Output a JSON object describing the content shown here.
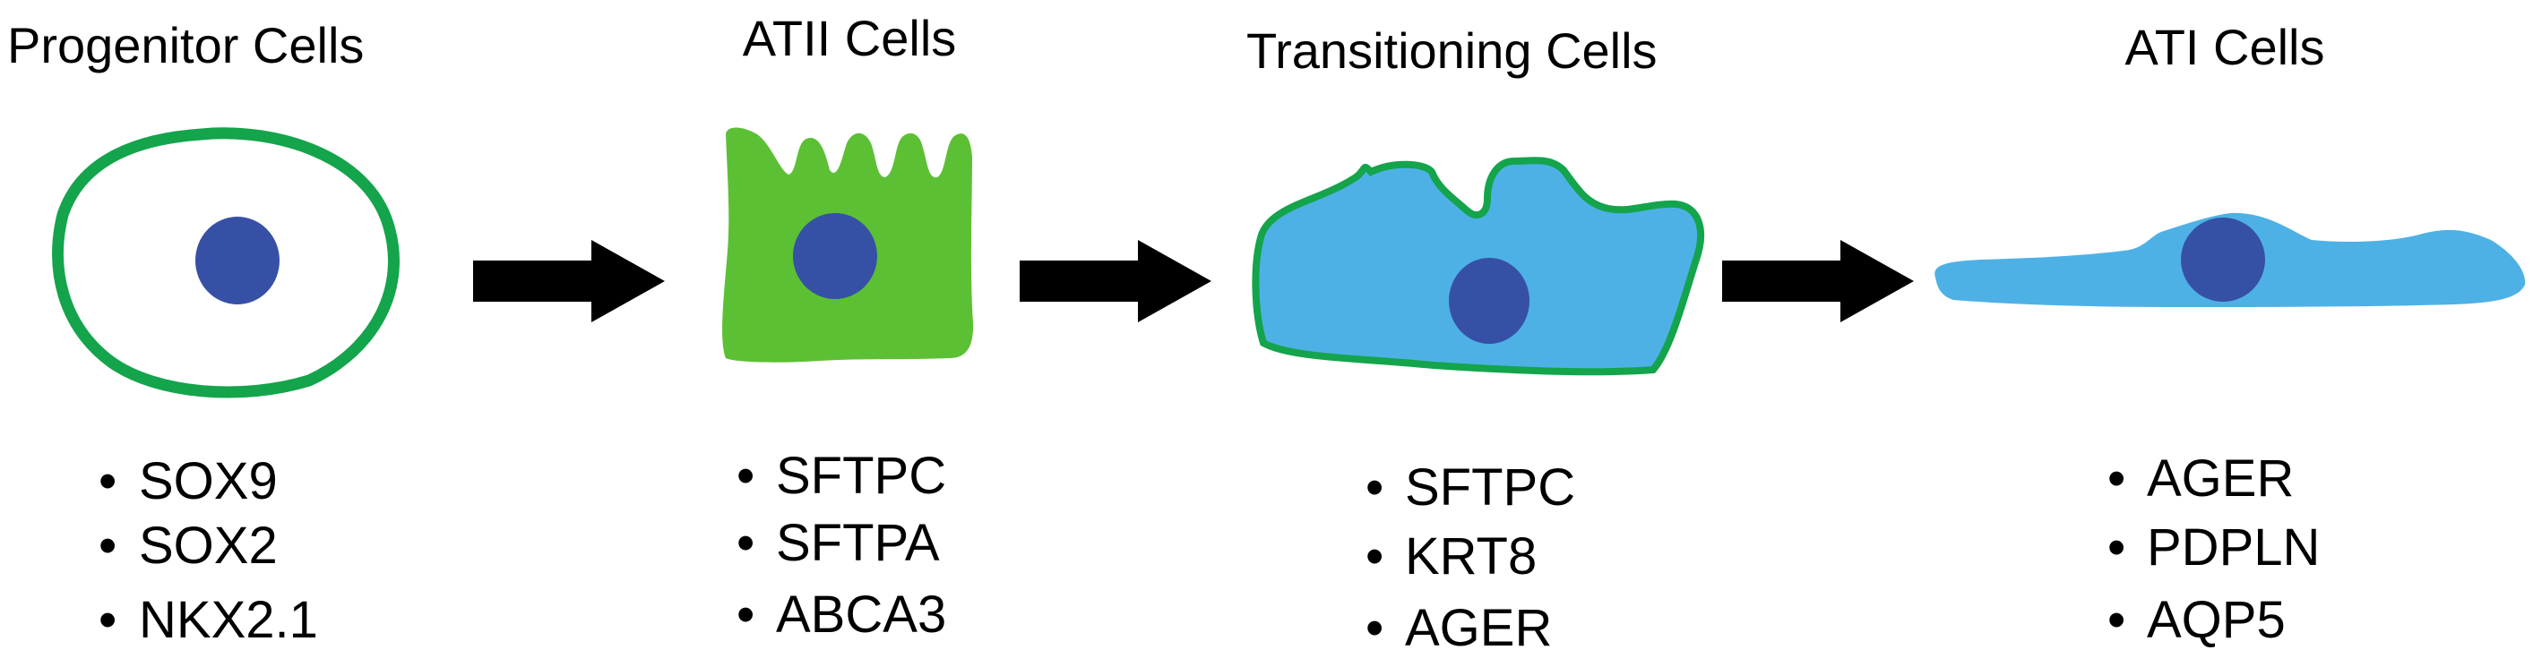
{
  "colors": {
    "outline_green": "#14a44b",
    "atii_green": "#5cc034",
    "cell_blue": "#4eb1e6",
    "nucleus_blue": "#3650a6",
    "arrow": "#000000",
    "text": "#000000"
  },
  "bullet": "•",
  "stages": [
    {
      "title": "Progenitor Cells",
      "shape": "progenitor-cell",
      "markers": [
        "SOX9",
        "SOX2",
        "NKX2.1"
      ]
    },
    {
      "title": "ATII Cells",
      "shape": "atii-cell",
      "markers": [
        "SFTPC",
        "SFTPA",
        "ABCA3"
      ]
    },
    {
      "title": "Transitioning Cells",
      "shape": "transitioning-cell",
      "markers": [
        "SFTPC",
        "KRT8",
        "AGER"
      ]
    },
    {
      "title": "ATI Cells",
      "shape": "ati-cell",
      "markers": [
        "AGER",
        "PDPLN",
        "AQP5"
      ]
    }
  ],
  "arrows": [
    {
      "from": "Progenitor Cells",
      "to": "ATII Cells",
      "icon": "right-arrow-icon"
    },
    {
      "from": "ATII Cells",
      "to": "Transitioning Cells",
      "icon": "right-arrow-icon"
    },
    {
      "from": "Transitioning Cells",
      "to": "ATI Cells",
      "icon": "right-arrow-icon"
    }
  ]
}
